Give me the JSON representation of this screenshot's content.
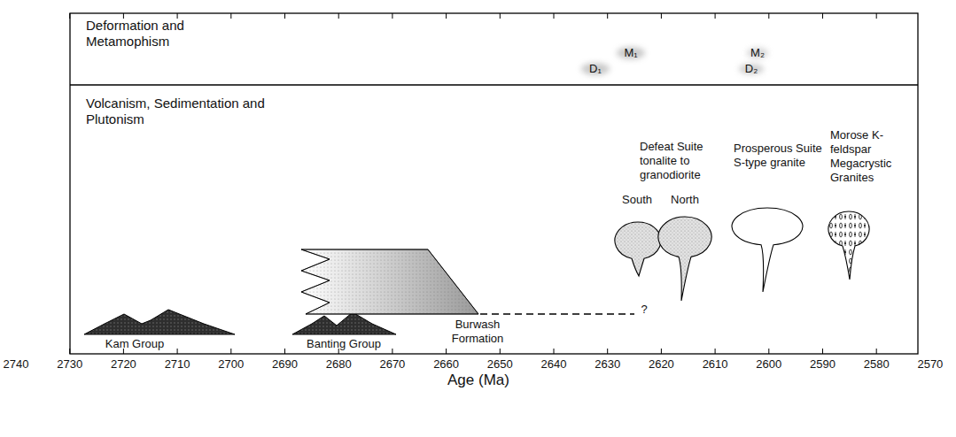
{
  "diagram": {
    "nodes": [
      {
        "text": [
          "Kam Group"
        ]
      },
      {
        "text": [
          "Banting Group"
        ]
      },
      {
        "text": [
          "Burwash Formation"
        ]
      },
      {
        "text": [
          "South"
        ]
      },
      {
        "text": [
          "North"
        ]
      },
      {
        "text": [
          "Prosperous Suite S-type granite"
        ]
      },
      {
        "text": [
          "Morose K-feldspar Megacrystic Granites"
        ]
      }
    ],
    "labels": [
      "Deformation and Metamophism",
      "M₁",
      "M₂",
      "D₁",
      "D₂",
      "Volcanism, Sedimentation and Plutonism",
      "Defeat Suite tonalite to granodiorite",
      "?",
      "2740",
      "2730",
      "2720",
      "2710",
      "2700",
      "2690",
      "2680",
      "2670",
      "2660",
      "2650",
      "2640",
      "2630",
      "2620",
      "2610",
      "2600",
      "2590",
      "2580",
      "2570",
      "Age (Ma)"
    ]
  }
}
